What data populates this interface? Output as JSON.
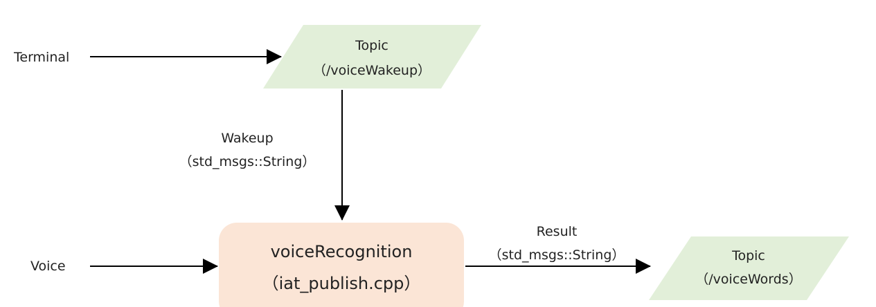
{
  "diagram": {
    "nodes": {
      "terminal": {
        "label": "Terminal"
      },
      "voice": {
        "label": "Voice"
      },
      "topic_wakeup": {
        "line1": "Topic",
        "line2": "（/voiceWakeup）"
      },
      "node_main": {
        "line1": "voiceRecognition",
        "line2": "（iat_publish.cpp）"
      },
      "topic_words": {
        "line1": "Topic",
        "line2": "（/voiceWords）"
      }
    },
    "edges": {
      "wakeup": {
        "line1": "Wakeup",
        "line2": "（std_msgs::String）"
      },
      "result": {
        "line1": "Result",
        "line2": "（std_msgs::String）"
      }
    },
    "colors": {
      "topic_fill": "#e2efd9",
      "node_fill": "#fbe5d6",
      "arrow": "#000000",
      "text": "#222222"
    }
  }
}
